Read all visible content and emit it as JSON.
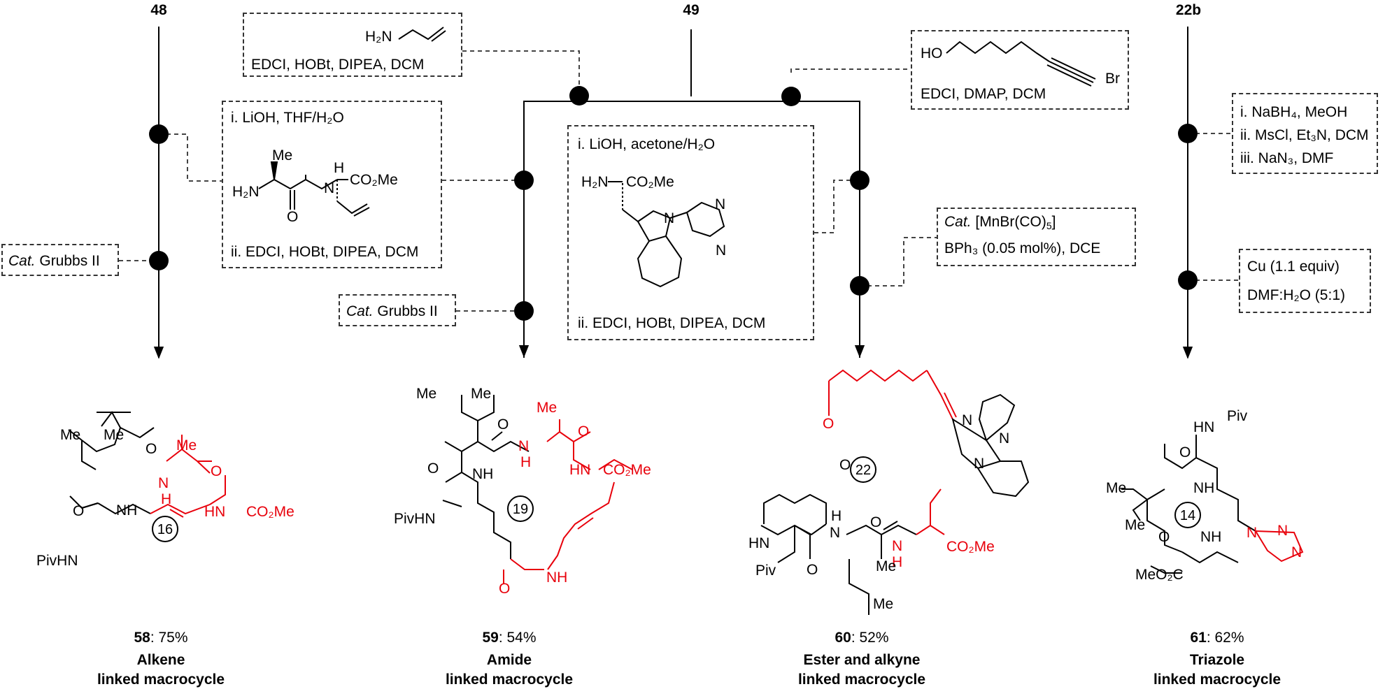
{
  "colors": {
    "ink": "#000000",
    "highlight": "#e8000b",
    "dash": "#333333"
  },
  "headers": {
    "c1": "48",
    "c2": "49",
    "c3": "22b"
  },
  "conditions": {
    "amine_reagent": "H₂N",
    "amide_coupling": "EDCI, HOBt, DIPEA, DCM",
    "lioh_thf": "i. LiOH, THF/H₂O",
    "coupling_ii": "ii. EDCI, HOBt, DIPEA, DCM",
    "grubbs_left": "Cat. Grubbs II",
    "grubbs_mid": "Cat. Grubbs II",
    "lioh_acetone": "i. LiOH, acetone/H₂O",
    "coupling_ii_b": "ii. EDCI, HOBt, DIPEA, DCM",
    "ho_label": "HO",
    "br_label": "Br",
    "ester_coupling": "EDCI, DMAP, DCM",
    "mn_cat": "Cat. [MnBr(CO)₅]",
    "bph3": "BPh₃ (0.05 mol%), DCE",
    "nabh4": "i. NaBH₄, MeOH",
    "mscl": "ii. MsCl, Et₃N, DCM",
    "nan3": "iii. NaN₃, DMF",
    "cu": "Cu (1.1 equiv)",
    "dmf_h2o": "DMF:H₂O (5:1)"
  },
  "products": [
    {
      "num": "58",
      "yield": ": 75%",
      "line1": "Alkene",
      "line2": "linked macrocycle",
      "ring": "16"
    },
    {
      "num": "59",
      "yield": ": 54%",
      "line1": "Amide",
      "line2": "linked macrocycle",
      "ring": "19"
    },
    {
      "num": "60",
      "yield": ": 52%",
      "line1": "Ester and alkyne",
      "line2": "linked macrocycle",
      "ring": "22"
    },
    {
      "num": "61",
      "yield": ": 62%",
      "line1": "Triazole",
      "line2": "linked macrocycle",
      "ring": "14"
    }
  ],
  "atoms": {
    "me": "Me",
    "h": "H",
    "n": "N",
    "o": "O",
    "nh": "NH",
    "hn": "HN",
    "h2n": "H₂N",
    "co2me": "CO₂Me",
    "meo2c": "MeO₂C",
    "pivhn": "PivHN",
    "piv": "Piv"
  }
}
